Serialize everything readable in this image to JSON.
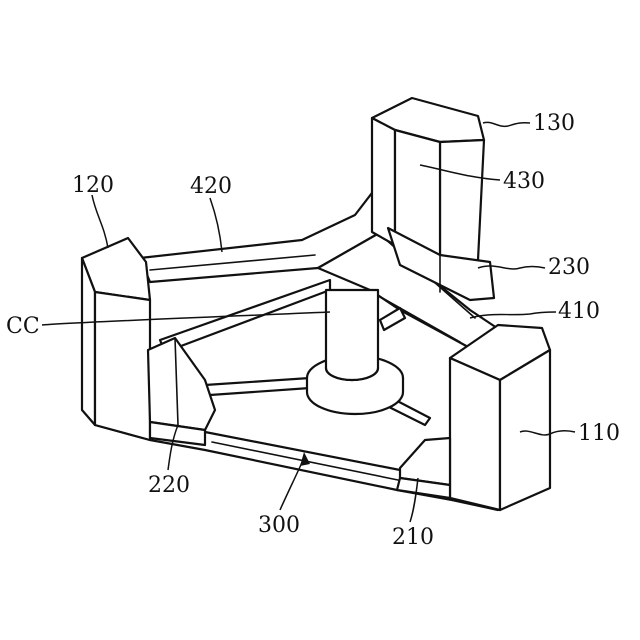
{
  "labels": {
    "l110": "110",
    "l120": "120",
    "l130": "130",
    "l210": "210",
    "l220": "220",
    "l230": "230",
    "l300": "300",
    "l410": "410",
    "l420": "420",
    "l430": "430",
    "lcc": "CC"
  }
}
